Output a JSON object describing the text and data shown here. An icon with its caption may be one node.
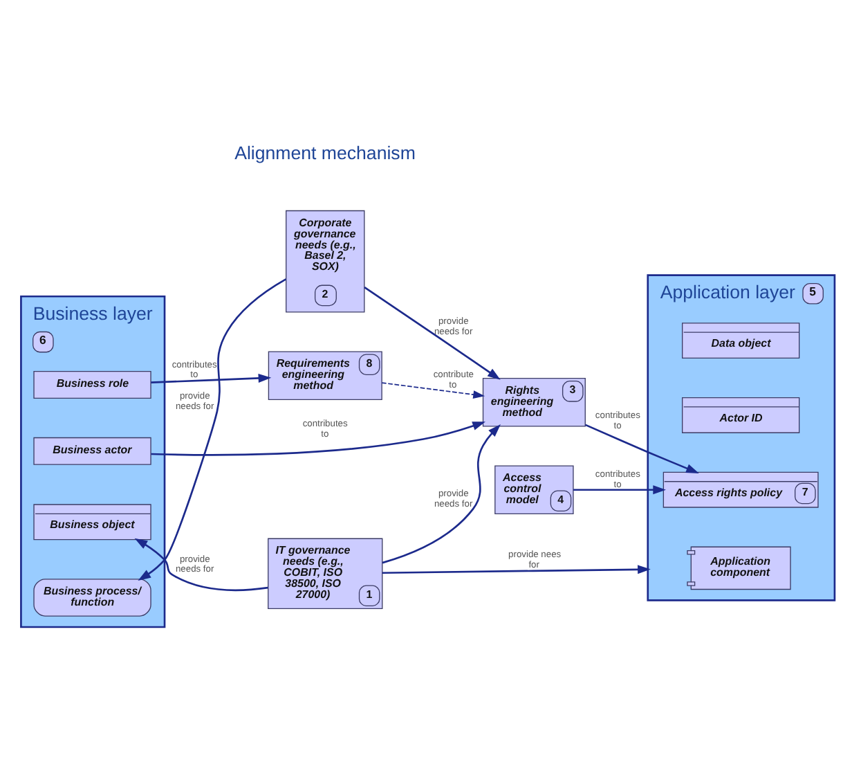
{
  "diagram": {
    "nodes": [
      {
        "text": [
          "Business layer",
          "6"
        ]
      },
      {
        "text": [
          "Business role"
        ],
        "in": 0
      },
      {
        "text": [
          "Business actor"
        ],
        "in": 0
      },
      {
        "text": [
          "Business object"
        ],
        "in": 0
      },
      {
        "text": [
          "Business process/ function"
        ],
        "in": 0
      },
      {
        "text": [
          "Requirements engineering method",
          "8"
        ]
      },
      {
        "text": [
          "Rights engineering method",
          "3"
        ]
      },
      {
        "text": [
          "Access control model",
          "4"
        ]
      },
      {
        "text": [
          "Corporate governance needs (e.g., Basel 2, SOX)",
          "2"
        ]
      },
      {
        "text": [
          "IT governance needs (e.g., COBIT, ISO 38500, ISO 27000)",
          "1"
        ]
      },
      {
        "text": [
          "Application layer",
          "5"
        ]
      },
      {
        "text": [
          "Data object"
        ],
        "in": 10
      },
      {
        "text": [
          "Actor ID"
        ],
        "in": 10
      },
      {
        "text": [
          "Access rights policy",
          "7"
        ],
        "in": 10
      },
      {
        "text": [
          "Application component"
        ],
        "in": 10
      }
    ],
    "edges": [
      {
        "from": 1,
        "to": 5,
        "arrow": "to",
        "label": "contributes to"
      },
      {
        "from": 5,
        "to": 6,
        "arrow": "to",
        "label": "contribute to",
        "style": "dashed"
      },
      {
        "from": 2,
        "to": 6,
        "arrow": "to",
        "label": "contributes to"
      },
      {
        "from": 6,
        "to": 13,
        "arrow": "to",
        "label": "contributes to"
      },
      {
        "from": 7,
        "to": 13,
        "arrow": "to",
        "label": "contributes to"
      },
      {
        "from": 9,
        "to": 3,
        "arrow": "to",
        "label": "provide needs for"
      },
      {
        "from": 8,
        "to": 4,
        "arrow": "to",
        "label": "provide needs for"
      },
      {
        "from": 8,
        "to": 6,
        "arrow": "to",
        "label": "provide needs for"
      },
      {
        "from": 9,
        "to": 6,
        "arrow": "to",
        "label": "provide needs for"
      },
      {
        "from": 9,
        "to": 10,
        "arrow": "to",
        "label": "provide nees for"
      }
    ],
    "labels": [
      "Alignment mechanism"
    ]
  }
}
